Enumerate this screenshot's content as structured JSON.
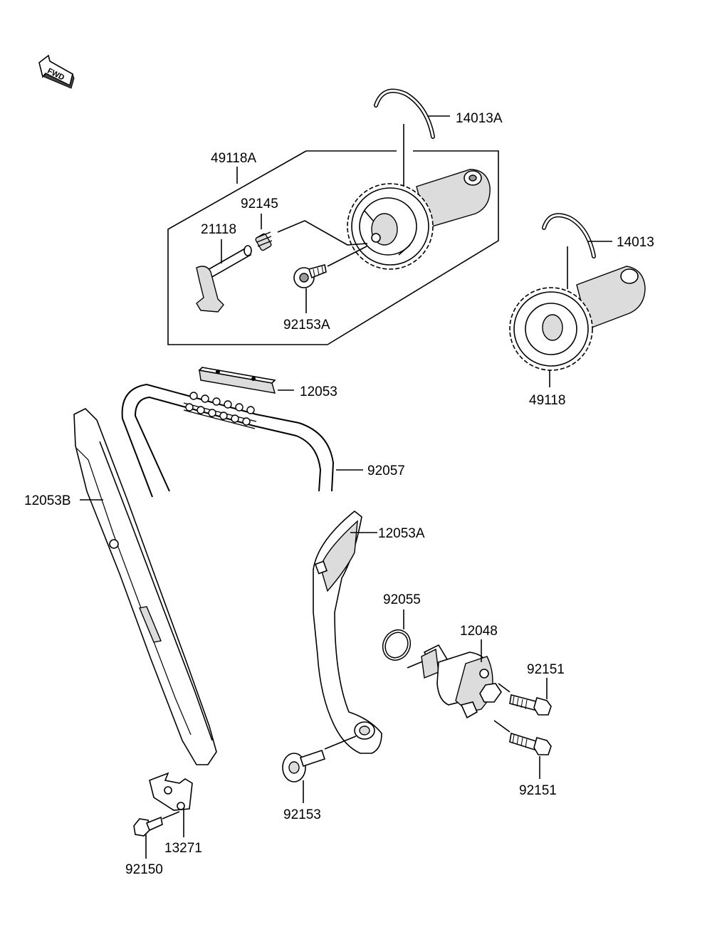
{
  "fwd_arrow": {
    "label": "FWD"
  },
  "parts": {
    "p14013A": "14013A",
    "p49118A": "49118A",
    "p92145": "92145",
    "p21118": "21118",
    "p92153A": "92153A",
    "p14013": "14013",
    "p49118": "49118",
    "p12053": "12053",
    "p92057": "92057",
    "p12053B": "12053B",
    "p12053A": "12053A",
    "p92055": "92055",
    "p12048": "12048",
    "p92151a": "92151",
    "p92151b": "92151",
    "p92153": "92153",
    "p13271": "13271",
    "p92150": "92150"
  }
}
